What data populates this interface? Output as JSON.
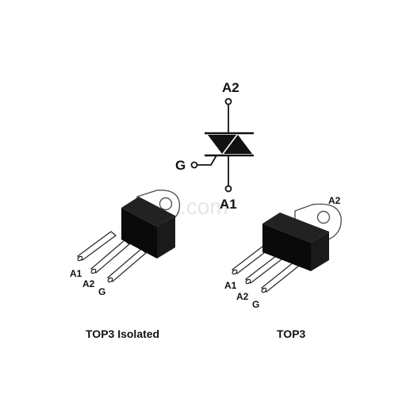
{
  "symbol": {
    "terminal_top": "A2",
    "terminal_bottom": "A1",
    "terminal_gate": "G"
  },
  "packages": [
    {
      "caption": "TOP3 Isolated",
      "pins": [
        "A1",
        "A2",
        "G"
      ]
    },
    {
      "caption": "TOP3",
      "tab_label": "A2",
      "pins": [
        "A1",
        "A2",
        "G"
      ]
    }
  ],
  "watermark": "allbbt.com",
  "colors": {
    "ink": "#111111",
    "body": "#0a0a0a",
    "tab_fill": "#ffffff",
    "tab_stroke": "#555555",
    "watermark": "#e6e6e6"
  }
}
